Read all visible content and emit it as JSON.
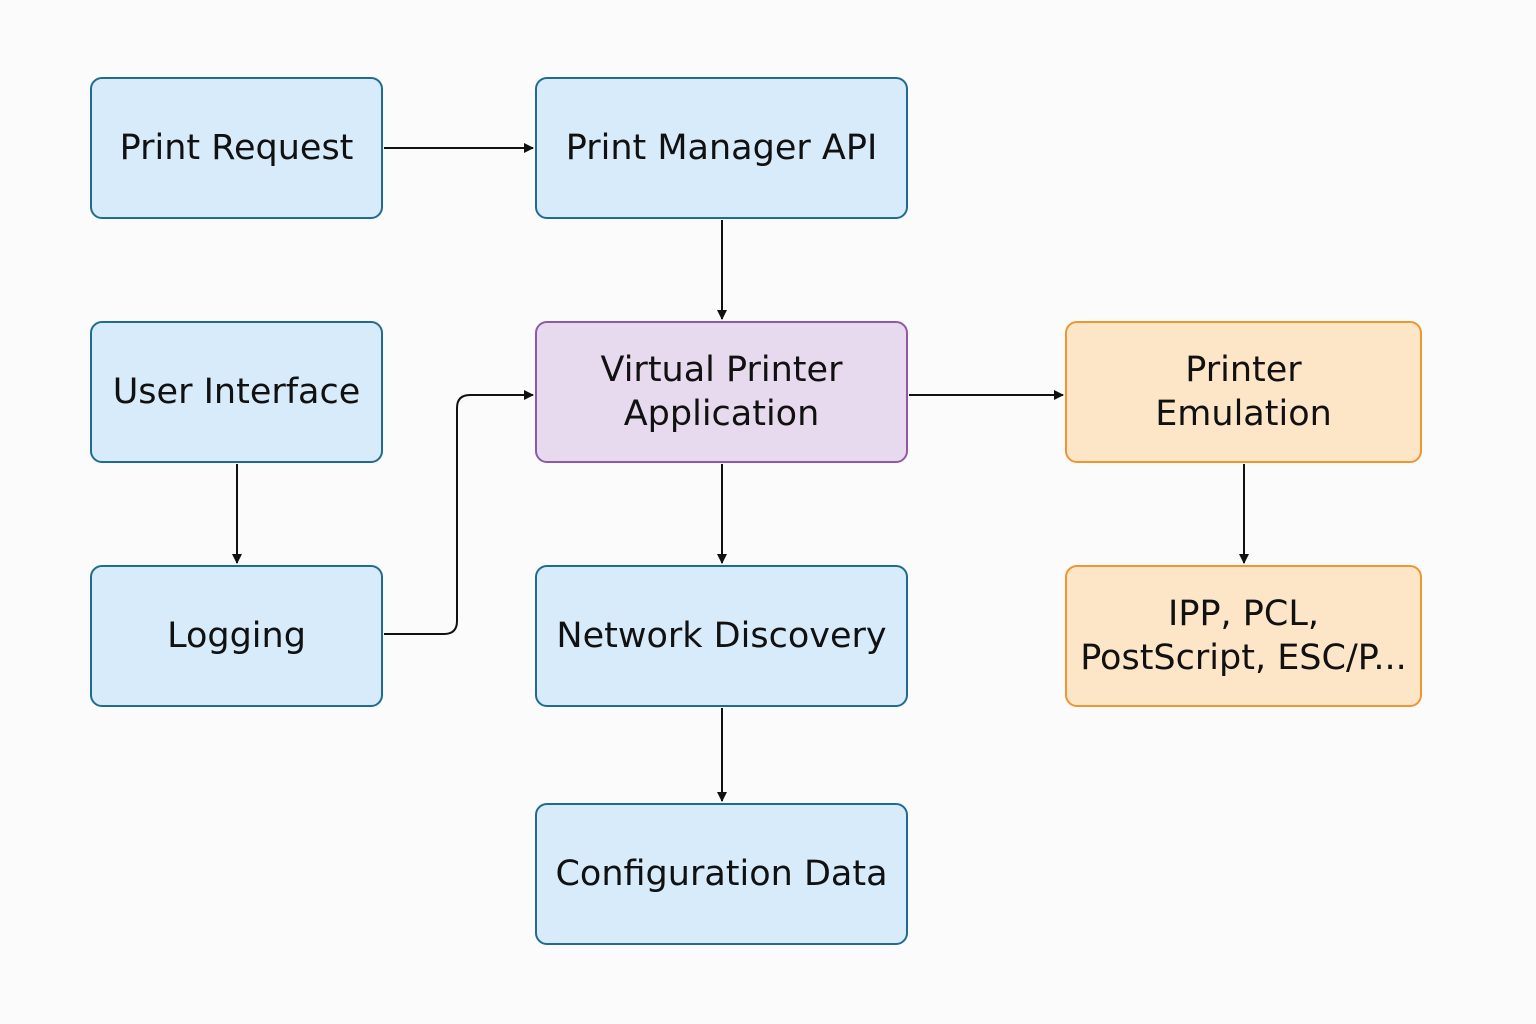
{
  "nodes": {
    "print_request": "Print Request",
    "print_manager_api": "Print Manager API",
    "user_interface": "User Interface",
    "virtual_printer_application": "Virtual Printer\nApplication",
    "printer_emulation": "Printer\nEmulation",
    "logging": "Logging",
    "network_discovery": "Network Discovery",
    "protocols": "IPP, PCL,\nPostScript, ESC/P...",
    "configuration_data": "Configuration Data"
  },
  "edges": [
    {
      "from": "Print Request",
      "to": "Print Manager API"
    },
    {
      "from": "Print Manager API",
      "to": "Virtual Printer Application"
    },
    {
      "from": "User Interface",
      "to": "Logging"
    },
    {
      "from": "Logging",
      "to": "Virtual Printer Application"
    },
    {
      "from": "Virtual Printer Application",
      "to": "Printer Emulation"
    },
    {
      "from": "Virtual Printer Application",
      "to": "Network Discovery"
    },
    {
      "from": "Printer Emulation",
      "to": "IPP, PCL, PostScript, ESC/P..."
    },
    {
      "from": "Network Discovery",
      "to": "Configuration Data"
    }
  ],
  "colors": {
    "blue_fill": "#d7ebfb",
    "blue_border": "#1f6b91",
    "purple_fill": "#e8daee",
    "purple_border": "#8e5aa6",
    "orange_fill": "#fde5c8",
    "orange_border": "#ee9630",
    "arrow": "#111111"
  }
}
